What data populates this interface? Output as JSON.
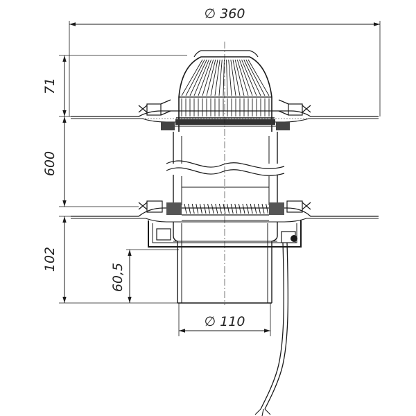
{
  "dimensions": {
    "overall_diameter": "∅ 360",
    "pipe_diameter": "∅ 110",
    "top_height": "71",
    "middle_height": "600",
    "bottom_height": "102",
    "inner_height": "60,5"
  }
}
